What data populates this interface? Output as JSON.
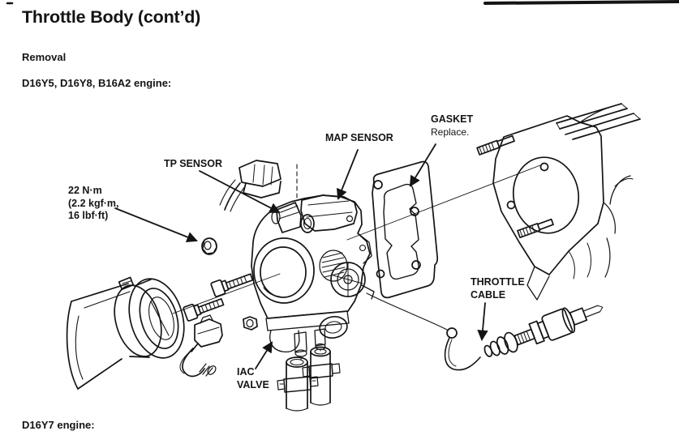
{
  "page": {
    "title": "Throttle Body (cont’d)",
    "section_heading": "Removal",
    "engine_heading": "D16Y5, D16Y8, B16A2 engine:",
    "next_engine_heading": "D16Y7 engine:"
  },
  "diagram": {
    "torque_label": {
      "line1": "22 N·m",
      "line2": "(2.2 kgf·m,",
      "line3": "16 lbf·ft)"
    },
    "labels": {
      "tp_sensor": "TP SENSOR",
      "map_sensor": "MAP SENSOR",
      "gasket": "GASKET",
      "gasket_note": "Replace.",
      "throttle_cable_line1": "THROTTLE",
      "throttle_cable_line2": "CABLE",
      "iac_valve_line1": "IAC",
      "iac_valve_line2": "VALVE"
    },
    "colors": {
      "ink": "#141414",
      "paper": "#ffffff"
    }
  }
}
